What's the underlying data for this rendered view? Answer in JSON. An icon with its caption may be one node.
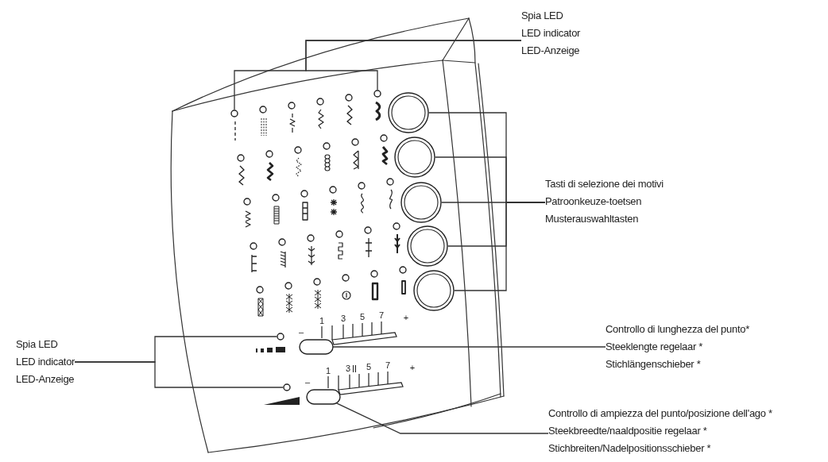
{
  "diagram": {
    "nodes": [
      {
        "text": [
          "Spia LED",
          "LED indicator",
          "LED-Anzeige"
        ]
      },
      {
        "text": [],
        "shape": "circle"
      },
      {
        "text": [],
        "shape": "circle"
      },
      {
        "text": [
          "Tasti di selezione dei motivi",
          "Patroonkeuze-toetsen",
          "Musterauswahltasten"
        ]
      },
      {
        "text": [],
        "shape": "circle"
      },
      {
        "text": [],
        "shape": "circle"
      },
      {
        "text": [],
        "shape": "circle"
      },
      {
        "text": [],
        "shape": "circle"
      },
      {
        "text": [],
        "shape": "circle"
      },
      {
        "text": [
          "Spia LED",
          "LED indicator",
          "LED-Anzeige"
        ]
      },
      {
        "text": [],
        "shape": "circle"
      },
      {
        "text": [],
        "shape": "circle"
      },
      {
        "text": [
          "Controllo di lunghezza del punto*",
          "Steeklengte regelaar *",
          "Stichlängenschieber *"
        ]
      },
      {
        "text": [],
        "shape": "box"
      },
      {
        "text": [
          "Controllo di ampiezza del punto/posizione dell'ago *",
          "Steekbreedte/naaldpositie regelaar *",
          "Stichbreiten/Nadelpositionsschieber *"
        ]
      },
      {
        "text": [],
        "shape": "box"
      }
    ],
    "edges": [
      {
        "from": 0,
        "to": 1,
        "arrow": "none"
      },
      {
        "from": 0,
        "to": 2,
        "arrow": "none"
      },
      {
        "from": 3,
        "to": 4,
        "arrow": "none"
      },
      {
        "from": 3,
        "to": 5,
        "arrow": "none"
      },
      {
        "from": 3,
        "to": 6,
        "arrow": "none"
      },
      {
        "from": 3,
        "to": 7,
        "arrow": "none"
      },
      {
        "from": 3,
        "to": 8,
        "arrow": "none"
      },
      {
        "from": 9,
        "to": 10,
        "arrow": "none"
      },
      {
        "from": 9,
        "to": 11,
        "arrow": "none"
      },
      {
        "from": 12,
        "to": 13,
        "arrow": "none"
      },
      {
        "from": 14,
        "to": 15,
        "arrow": "none"
      }
    ],
    "labels": [
      "–",
      "1",
      "3",
      "5",
      "7",
      "+",
      "–",
      "1",
      "3",
      "5",
      "7",
      "+"
    ]
  }
}
